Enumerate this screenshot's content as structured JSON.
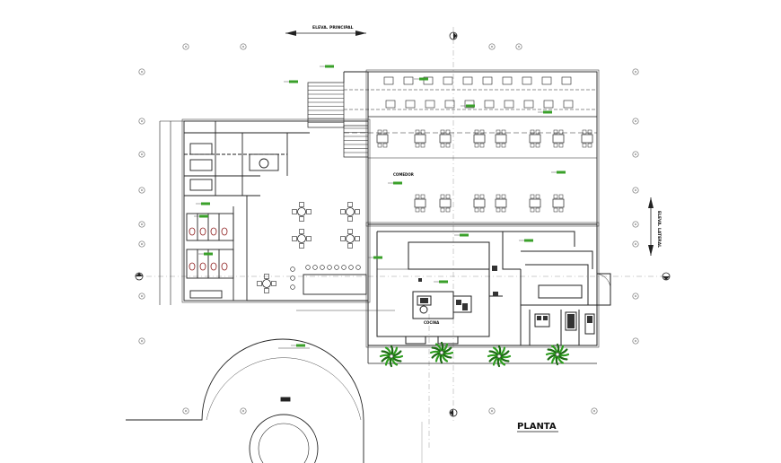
{
  "labels": {
    "elevation_front": "ELEVA. PRINCIPAL",
    "elevation_side": "ELEVA. LATERAL",
    "plan_title": "PLANTA",
    "kitchen": "COCINA",
    "dining": "COMEDOR"
  },
  "colors": {
    "line": "#222222",
    "grid": "#777777",
    "plant": "#2e9e1f",
    "plant_dark": "#1d6b14",
    "tag": "#3aa02a"
  }
}
